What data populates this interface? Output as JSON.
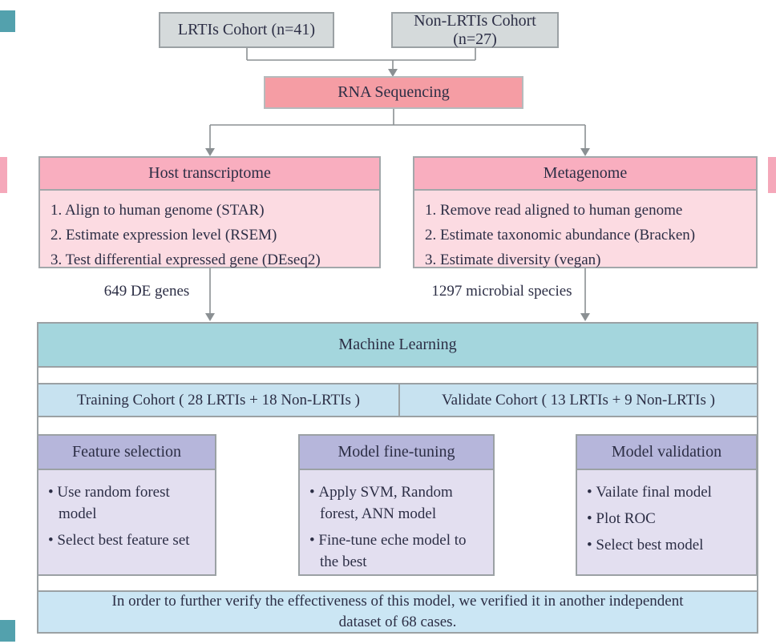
{
  "cohorts": {
    "lrtis": "LRTIs Cohort (n=41)",
    "non_lrtis": "Non-LRTIs Cohort (n=27)"
  },
  "rna_sequencing": "RNA Sequencing",
  "host_transcriptome": {
    "title": "Host transcriptome",
    "items": [
      "1. Align to human genome (STAR)",
      "2. Estimate expression level (RSEM)",
      "3. Test differential expressed gene (DEseq2)"
    ],
    "output_label": "649 DE genes"
  },
  "metagenome": {
    "title": "Metagenome",
    "items": [
      "1. Remove read aligned to human genome",
      "2. Estimate taxonomic abundance (Bracken)",
      "3. Estimate diversity (vegan)"
    ],
    "output_label": "1297 microbial species"
  },
  "machine_learning": {
    "title": "Machine Learning",
    "training_cohort": "Training Cohort ( 28 LRTIs + 18 Non-LRTIs )",
    "validate_cohort": "Validate Cohort ( 13 LRTIs + 9 Non-LRTIs )",
    "steps": [
      {
        "title": "Feature selection",
        "bullets": [
          "Use random forest model",
          "Select best feature set"
        ]
      },
      {
        "title": "Model fine-tuning",
        "bullets": [
          "Apply SVM, Random forest, ANN model",
          "Fine-tune eche model to the best"
        ]
      },
      {
        "title": "Model validation",
        "bullets": [
          "Vailate final model",
          "Plot ROC",
          "Select best model"
        ]
      }
    ],
    "note_lines": [
      "In order to further verify the effectiveness of this model, we verified it in another independent",
      "dataset of 68 cases."
    ]
  },
  "colors": {
    "gray_box": "#d5dadb",
    "rna_box": "#f59da4",
    "branch_header_pink": "#f9aebf",
    "branch_body_pink": "#fcdbe2",
    "ml_teal": "#a4d6dd",
    "cohort_blue": "#c7e2f0",
    "step_header_purple": "#b6b6db",
    "step_body_purple": "#e3dff0",
    "note_blue": "#cbe6f4",
    "border_gray": "#9ba1a4",
    "connector_gray": "#8b9093",
    "block_arrow_fill": "#dbe1e0",
    "text": "#2c2e45",
    "edge_marker_teal": "#53a1ad",
    "edge_marker_pink": "#f5a8ba"
  }
}
